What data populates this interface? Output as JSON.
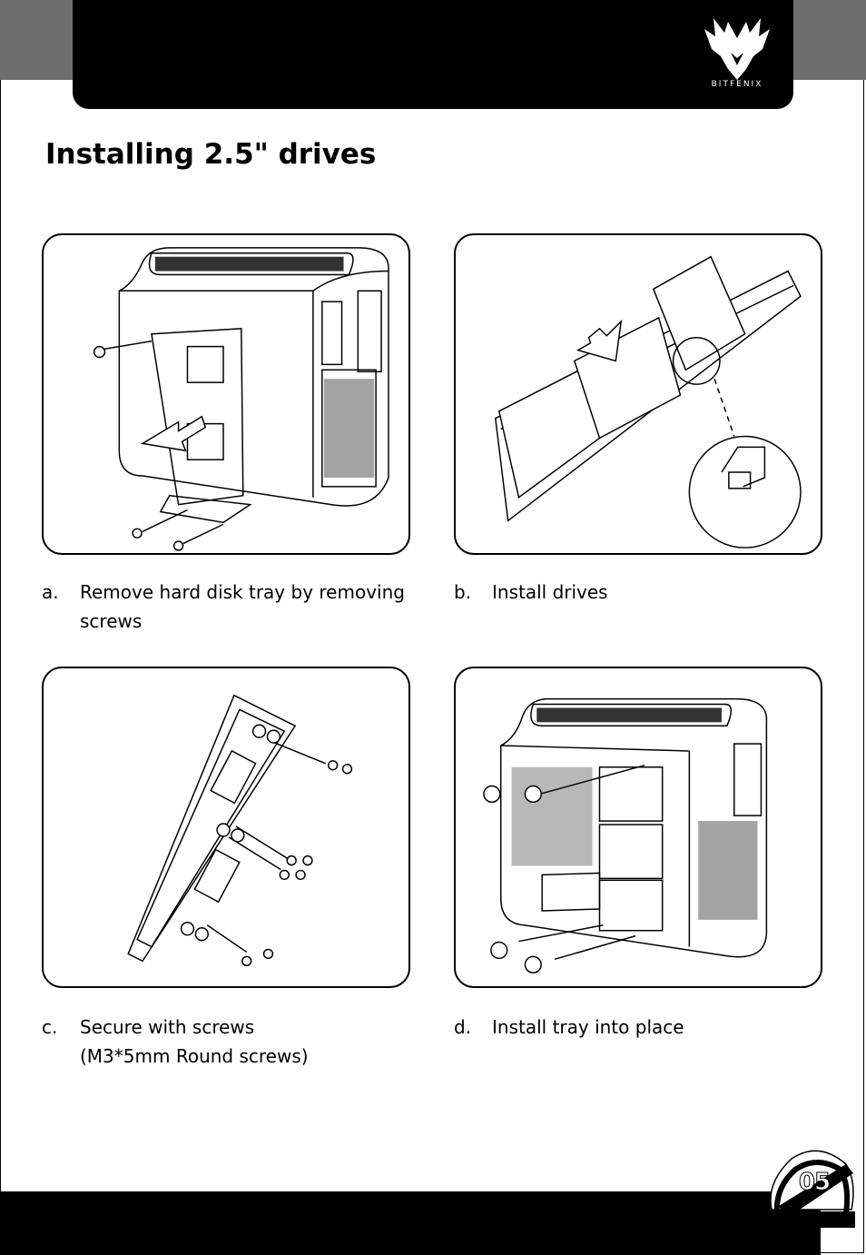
{
  "header": {
    "brand_name": "BITFENIX",
    "logo_icon": "bitfenix-phoenix-icon"
  },
  "page": {
    "title": "Installing 2.5\" drives",
    "number": "05"
  },
  "steps": [
    {
      "letter": "a.",
      "text": "Remove hard disk tray by removing screws",
      "illustration": "case-remove-tray-illustration"
    },
    {
      "letter": "b.",
      "text": "Install drives",
      "illustration": "drives-on-tray-illustration"
    },
    {
      "letter": "c.",
      "text": "Secure with screws\n(M3*5mm Round screws)",
      "illustration": "tray-screws-illustration"
    },
    {
      "letter": "d.",
      "text": "Install tray into place",
      "illustration": "case-install-tray-illustration"
    }
  ],
  "colors": {
    "dark": "#000000",
    "corner_grey": "#6e6e6e",
    "background": "#ffffff"
  }
}
